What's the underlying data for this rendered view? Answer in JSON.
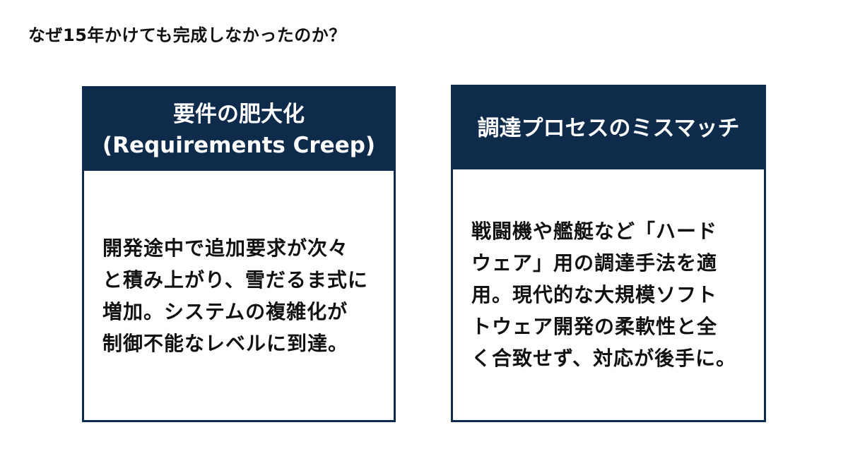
{
  "page": {
    "title": "なぜ15年かけても完成しなかったのか？"
  },
  "cards": [
    {
      "header_lines": [
        "要件の肥大化",
        "(Requirements Creep)"
      ],
      "body_lines": [
        "開発途中で追加要求が次々",
        "と積み上がり、雪だるま式に",
        "増加。システムの複雑化が",
        "制御不能なレベルに到達。"
      ]
    },
    {
      "header_lines": [
        "調達プロセスのミスマッチ"
      ],
      "body_lines": [
        "戦闘機や艦艇など「ハード",
        "ウェア」用の調達手法を適",
        "用。現代的な大規模ソフト",
        "トウェア開発の柔軟性と全",
        "く合致せず、対応が後手に。"
      ]
    }
  ],
  "colors": {
    "header_background": "#0f2b4c",
    "header_text": "#ffffff",
    "body_text": "#111111",
    "page_background": "#ffffff"
  }
}
